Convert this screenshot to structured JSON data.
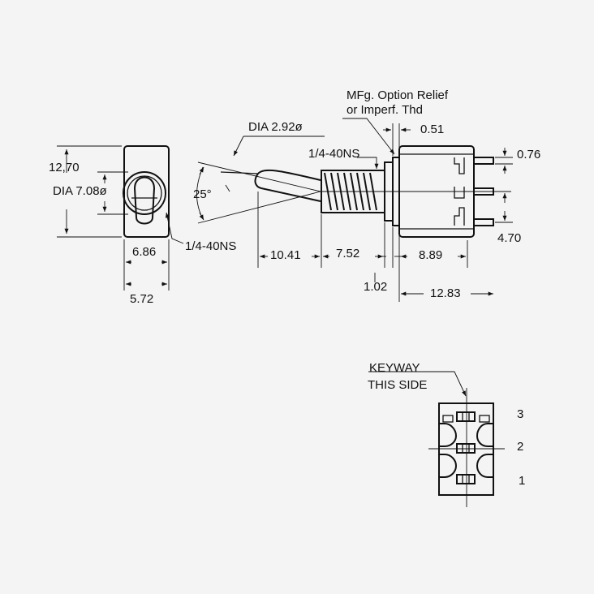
{
  "side_view": {
    "labels": {
      "height": "12,70",
      "bushing_dia": "DIA 7.08ø",
      "thread": "1/4-40NS",
      "width_inner": "6.86",
      "width_outer": "5.72"
    }
  },
  "profile_view": {
    "labels": {
      "lever_dia": "DIA 2.92ø",
      "angle": "25°",
      "thread": "1/4-40NS",
      "relief_note_line1": "MFg. Option Relief",
      "relief_note_line2": "or Imperf. Thd",
      "relief": "0.51",
      "terminal_thick": "0.76",
      "terminal_span": "4.70",
      "lever_len": "10.41",
      "bushing_len": "7.52",
      "body_len": "8.89",
      "flange": "1.02",
      "overall": "12.83"
    }
  },
  "bottom_view": {
    "labels": {
      "keyway_line1": "KEYWAY",
      "keyway_line2": "THIS SIDE",
      "pin_3": "3",
      "pin_2": "2",
      "pin_1": "1"
    }
  }
}
